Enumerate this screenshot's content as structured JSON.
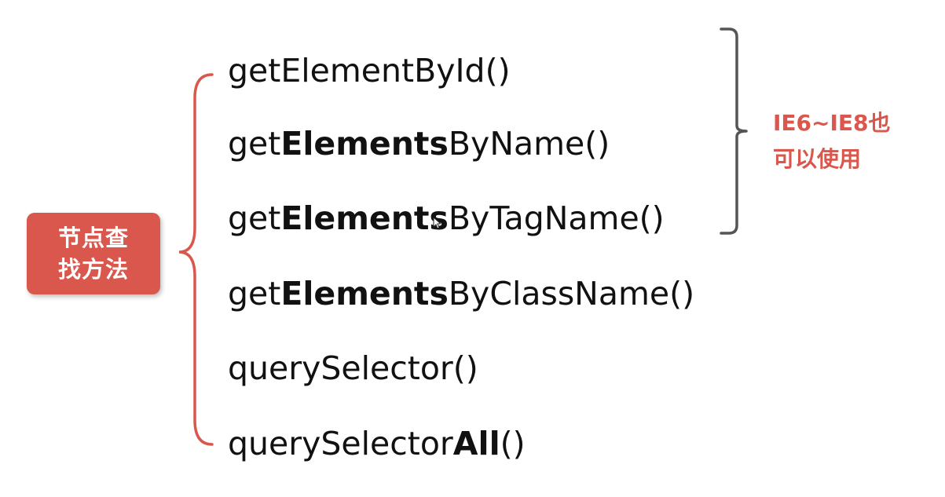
{
  "category_label": {
    "line1": "节点查",
    "line2": "找方法"
  },
  "methods": [
    {
      "prefix": "getElementById()",
      "bold": "",
      "suffix": ""
    },
    {
      "prefix": "get",
      "bold": "Elements",
      "suffix": "ByName()"
    },
    {
      "prefix": "get",
      "bold": "Elements",
      "suffix": "ByTagName()"
    },
    {
      "prefix": "get",
      "bold": "Elements",
      "suffix": "ByClassName()"
    },
    {
      "prefix": "querySelector()",
      "bold": "",
      "suffix": ""
    },
    {
      "prefix": "querySelector",
      "bold": "All",
      "suffix": "()"
    }
  ],
  "compat_note": {
    "line1": "IE6~IE8也",
    "line2": "可以使用"
  },
  "colors": {
    "accent": "#d9574d",
    "text": "#111111",
    "bracket": "#555555"
  },
  "icons": {
    "cursor": "mouse-pointer-icon"
  }
}
